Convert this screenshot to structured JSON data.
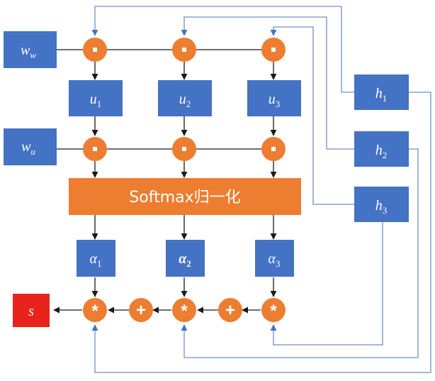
{
  "colors": {
    "box_blue": "#4472C4",
    "node_orange": "#ED7D31",
    "softmax_orange": "#ED7D31",
    "s_red": "#E8231B",
    "connector_blue": "#6F8FC7",
    "arrow_black": "#1a1a1a"
  },
  "weights": {
    "w_w": {
      "base": "w",
      "sub": "w"
    },
    "w_u": {
      "base": "w",
      "sub": "u"
    }
  },
  "u_boxes": [
    {
      "base": "u",
      "sub": "1"
    },
    {
      "base": "u",
      "sub": "2"
    },
    {
      "base": "u",
      "sub": "3"
    }
  ],
  "h_boxes": [
    {
      "base": "h",
      "sub": "1"
    },
    {
      "base": "h",
      "sub": "2"
    },
    {
      "base": "h",
      "sub": "3"
    }
  ],
  "alpha_boxes": [
    {
      "base": "α",
      "sub": "1"
    },
    {
      "base": "α",
      "sub": "2"
    },
    {
      "base": "α",
      "sub": "3"
    }
  ],
  "softmax_label": "Softmax归一化",
  "output_label": "s",
  "ops": {
    "dot": "·",
    "mult": "*",
    "plus": "+"
  }
}
